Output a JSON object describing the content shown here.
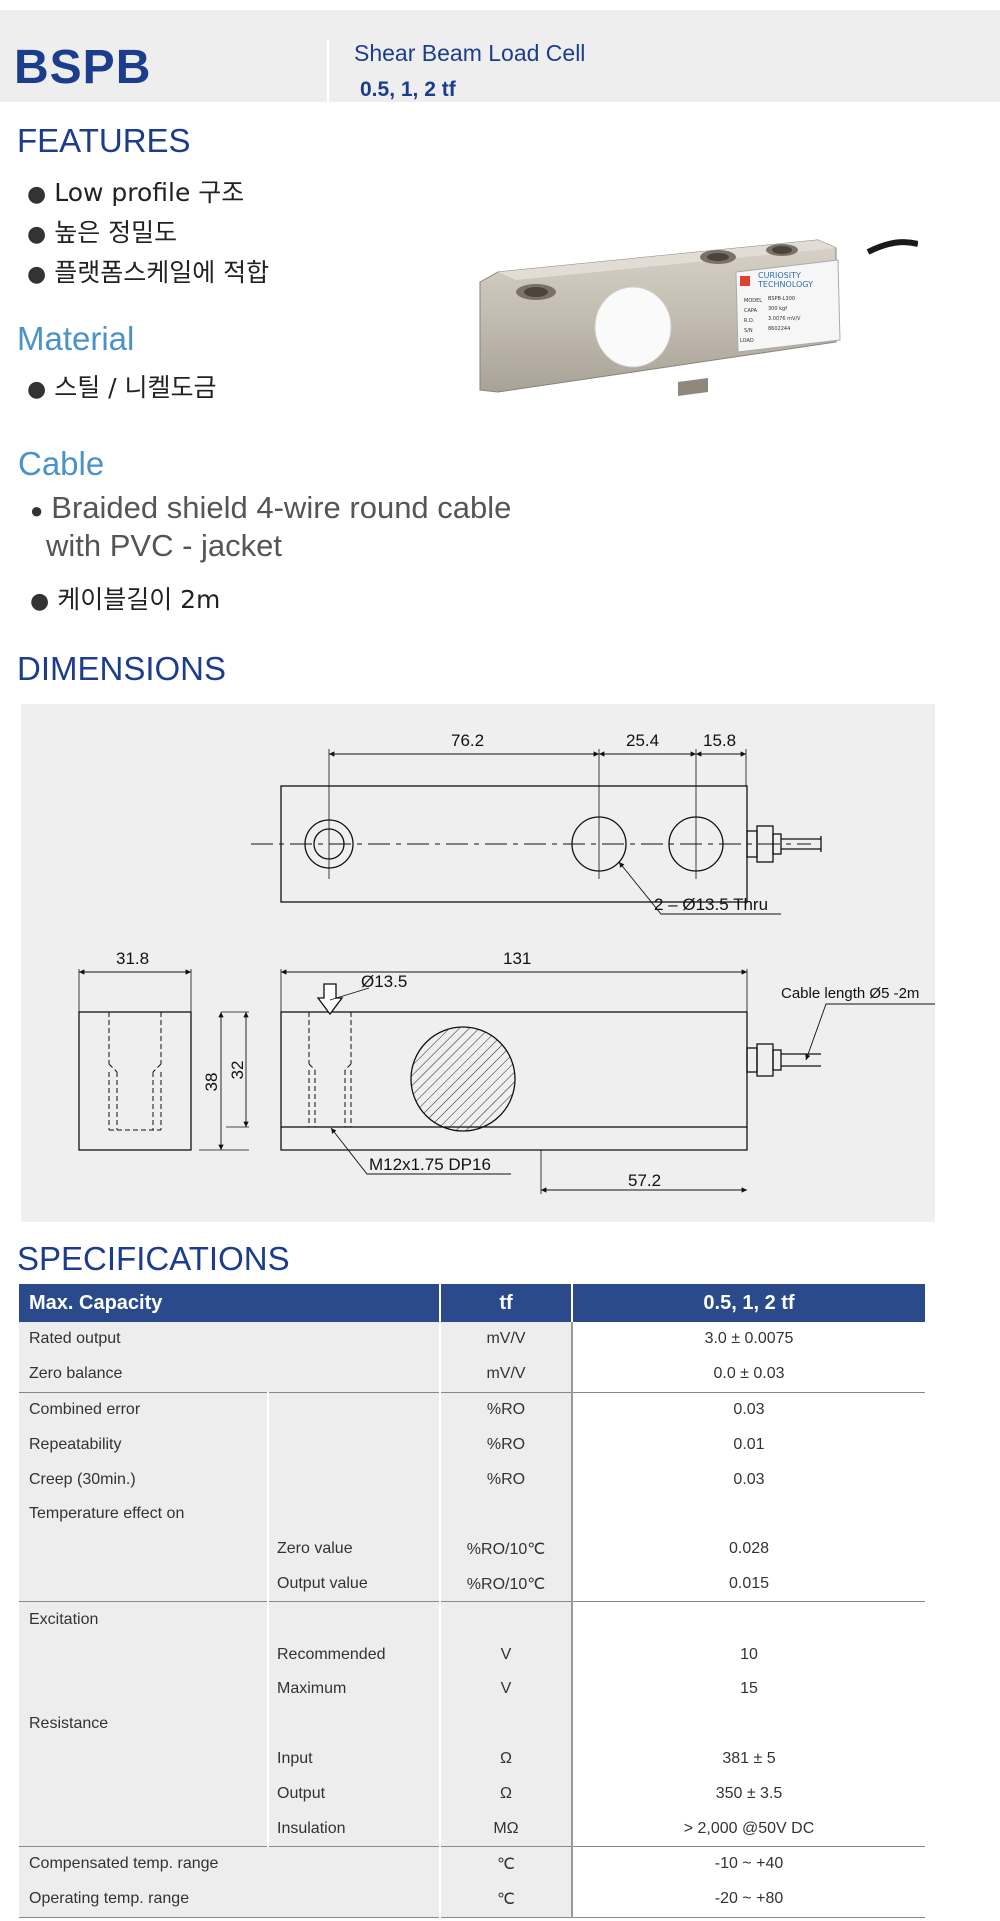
{
  "header": {
    "model": "BSPB",
    "subtitle": "Shear Beam Load Cell",
    "capacity": "0.5, 1, 2 tf"
  },
  "features": {
    "title": "FEATURES",
    "items": [
      "Low profile 구조",
      "높은 정밀도",
      "플랫폼스케일에 적합"
    ]
  },
  "material": {
    "title": "Material",
    "items": [
      "스틸 / 니켈도금"
    ]
  },
  "cable": {
    "title": "Cable",
    "line1": "Braided shield 4-wire round cable",
    "line2": "with PVC - jacket",
    "length": "케이블길이 2m"
  },
  "product_label": {
    "brand_line1": "CURIOSITY",
    "brand_line2": "TECHNOLOGY",
    "model_key": "MODEL",
    "model_val": "BSPB-L300",
    "capa_key": "CAPA",
    "capa_val": "300 kgf",
    "ro_key": "R.O.",
    "ro_val": "3.0076 mV/V",
    "sn_key": "S/N",
    "sn_val": "8602244",
    "load": "LOAD"
  },
  "dimensions": {
    "title": "DIMENSIONS",
    "d_76": "76.2",
    "d_25": "25.4",
    "d_15": "15.8",
    "thru": "2 – Ø13.5 Thru",
    "d_31": "31.8",
    "d_131": "131",
    "d_135": "Ø13.5",
    "cable_len": "Cable length Ø5 -2m",
    "d_38": "38",
    "d_32": "32",
    "thread": "M12x1.75 DP16",
    "d_57": "57.2"
  },
  "specs": {
    "title": "SPECIFICATIONS",
    "head": {
      "c0": "Max. Capacity",
      "c2": "tf",
      "c3": "0.5, 1, 2 tf"
    },
    "rows": [
      {
        "c0": "Rated output",
        "c1": "",
        "c2": "mV/V",
        "c3": "3.0 ± 0.0075"
      },
      {
        "c0": "Zero balance",
        "c1": "",
        "c2": "mV/V",
        "c3": "0.0 ± 0.03"
      },
      {
        "c0": "Combined error",
        "c1": "",
        "c2": "%RO",
        "c3": "0.03"
      },
      {
        "c0": "Repeatability",
        "c1": "",
        "c2": "%RO",
        "c3": "0.01"
      },
      {
        "c0": "Creep (30min.)",
        "c1": "",
        "c2": "%RO",
        "c3": "0.03"
      },
      {
        "c0": "Temperature effect on",
        "c1": "",
        "c2": "",
        "c3": ""
      },
      {
        "c0": "",
        "c1": "Zero value",
        "c2": "%RO/10℃",
        "c3": "0.028"
      },
      {
        "c0": "",
        "c1": "Output  value",
        "c2": "%RO/10℃",
        "c3": "0.015"
      },
      {
        "c0": "Excitation",
        "c1": "",
        "c2": "",
        "c3": ""
      },
      {
        "c0": "",
        "c1": "Recommended",
        "c2": "V",
        "c3": "10"
      },
      {
        "c0": "",
        "c1": "Maximum",
        "c2": "V",
        "c3": "15"
      },
      {
        "c0": "Resistance",
        "c1": "",
        "c2": "",
        "c3": ""
      },
      {
        "c0": "",
        "c1": "Input",
        "c2": "Ω",
        "c3": "381 ± 5"
      },
      {
        "c0": "",
        "c1": "Output",
        "c2": "Ω",
        "c3": "350 ± 3.5"
      },
      {
        "c0": "",
        "c1": "Insulation",
        "c2": "MΩ",
        "c3": "> 2,000 @50V DC"
      },
      {
        "c0": "Compensated temp. range",
        "c1": "",
        "c2": "℃",
        "c3": "-10 ~ +40"
      },
      {
        "c0": "Operating temp. range",
        "c1": "",
        "c2": "℃",
        "c3": "-20 ~ +80"
      }
    ]
  }
}
